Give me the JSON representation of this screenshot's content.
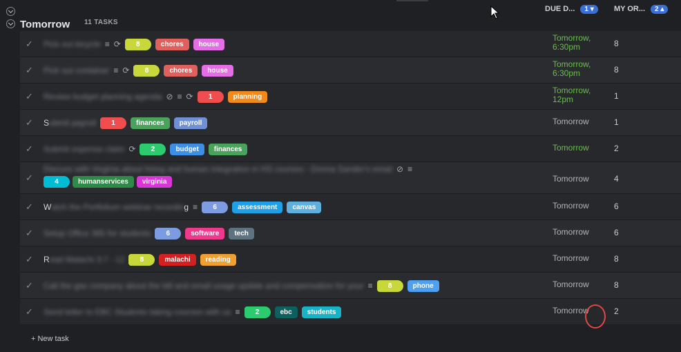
{
  "group": {
    "title": "Tomorrow",
    "count_label": "11 TASKS"
  },
  "columns": {
    "due": {
      "label": "DUE D...",
      "sort": "1 ▾"
    },
    "order": {
      "label": "MY OR...",
      "sort": "2 ▴"
    }
  },
  "colors": {
    "chores": "#e0605e",
    "house": "#e56ee6",
    "planning": "#f08a1a",
    "finances": "#4aa35a",
    "payroll": "#6f8fd6",
    "budget": "#3d8fe6",
    "humanservices": "#2e8a47",
    "virginia": "#d837d8",
    "assessment": "#1e9fe6",
    "canvas": "#5db0dd",
    "software": "#ee3a8c",
    "tech": "#5d7480",
    "malachi": "#d42020",
    "reading": "#f0a030",
    "phone": "#4ea0f0",
    "ebc": "#0e5f5f",
    "students": "#17b4c8",
    "n8": "#c8d83a",
    "n1": "#f04e4e",
    "n2": "#2ccc6e",
    "n4": "#00bcd4",
    "n6": "#7d9be0"
  },
  "rows": [
    {
      "title": "Pick out bicycle",
      "icons": [
        "notes-icon",
        "repeat-icon"
      ],
      "tags": [
        {
          "label": "8",
          "c": "n8",
          "num": true
        },
        {
          "label": "chores",
          "c": "chores"
        },
        {
          "label": "house",
          "c": "house"
        }
      ],
      "due": "Tomorrow, 6:30pm",
      "due_green": true,
      "order": "8"
    },
    {
      "title": "Pick out container",
      "icons": [
        "notes-icon",
        "repeat-icon"
      ],
      "tags": [
        {
          "label": "8",
          "c": "n8",
          "num": true
        },
        {
          "label": "chores",
          "c": "chores"
        },
        {
          "label": "house",
          "c": "house"
        }
      ],
      "due": "Tomorrow, 6:30pm",
      "due_green": true,
      "order": "8"
    },
    {
      "title": "Review budget planning agenda",
      "icons": [
        "attachment-icon",
        "notes-icon",
        "repeat-icon"
      ],
      "tags": [
        {
          "label": "1",
          "c": "n1",
          "num": true
        },
        {
          "label": "planning",
          "c": "planning"
        }
      ],
      "due": "Tomorrow, 12pm",
      "due_green": true,
      "order": "1"
    },
    {
      "title": "S",
      "title_blur": "ubmit payroll",
      "icons": [],
      "tags": [
        {
          "label": "1",
          "c": "n1",
          "num": true
        },
        {
          "label": "finances",
          "c": "finances"
        },
        {
          "label": "payroll",
          "c": "payroll"
        }
      ],
      "due": "Tomorrow",
      "due_green": false,
      "order": "1"
    },
    {
      "title": "Submit expense claim",
      "icons": [
        "repeat-icon"
      ],
      "tags": [
        {
          "label": "2",
          "c": "n2",
          "num": true
        },
        {
          "label": "budget",
          "c": "budget"
        },
        {
          "label": "finances",
          "c": "finances"
        }
      ],
      "due": "Tomorrow",
      "due_green": true,
      "order": "2"
    },
    {
      "title": "Discuss with Virginia about hiring and human integration in HS courses - Donna Sander's email",
      "icons": [
        "attachment-icon",
        "notes-icon"
      ],
      "tags": [
        {
          "label": "4",
          "c": "n4",
          "num": true
        },
        {
          "label": "humanservices",
          "c": "humanservices"
        },
        {
          "label": "virginia",
          "c": "virginia"
        }
      ],
      "due": "Tomorrow",
      "due_green": false,
      "order": "4",
      "tall": true
    },
    {
      "title": "W",
      "title_blur": "atch the Portfolium webinar recordin",
      "title_end": "g",
      "icons": [
        "notes-icon"
      ],
      "tags": [
        {
          "label": "6",
          "c": "n6",
          "num": true
        },
        {
          "label": "assessment",
          "c": "assessment"
        },
        {
          "label": "canvas",
          "c": "canvas"
        }
      ],
      "due": "Tomorrow",
      "due_green": false,
      "order": "6"
    },
    {
      "title": "Setup Office 365 for students",
      "icons": [],
      "tags": [
        {
          "label": "6",
          "c": "n6",
          "num": true
        },
        {
          "label": "software",
          "c": "software"
        },
        {
          "label": "tech",
          "c": "tech"
        }
      ],
      "due": "Tomorrow",
      "due_green": false,
      "order": "6"
    },
    {
      "title": "R",
      "title_blur": "ead Malachi 3:7 - 12",
      "icons": [],
      "tags": [
        {
          "label": "8",
          "c": "n8",
          "num": true
        },
        {
          "label": "malachi",
          "c": "malachi"
        },
        {
          "label": "reading",
          "c": "reading"
        }
      ],
      "due": "Tomorrow",
      "due_green": false,
      "order": "8"
    },
    {
      "title": "Call the gas company about the bill and email usage update and compensation for your",
      "icons": [
        "notes-icon"
      ],
      "tags": [
        {
          "label": "8",
          "c": "n8",
          "num": true
        },
        {
          "label": "phone",
          "c": "phone"
        }
      ],
      "due": "Tomorrow",
      "due_green": false,
      "order": "8"
    },
    {
      "title": "Send letter to EBC Students taking courses with us",
      "icons": [
        "notes-icon"
      ],
      "tags": [
        {
          "label": "2",
          "c": "n2",
          "num": true
        },
        {
          "label": "ebc",
          "c": "ebc"
        },
        {
          "label": "students",
          "c": "students"
        }
      ],
      "due": "Tomorrow",
      "due_green": false,
      "order": "2"
    }
  ],
  "new_task_label": "+ New task"
}
